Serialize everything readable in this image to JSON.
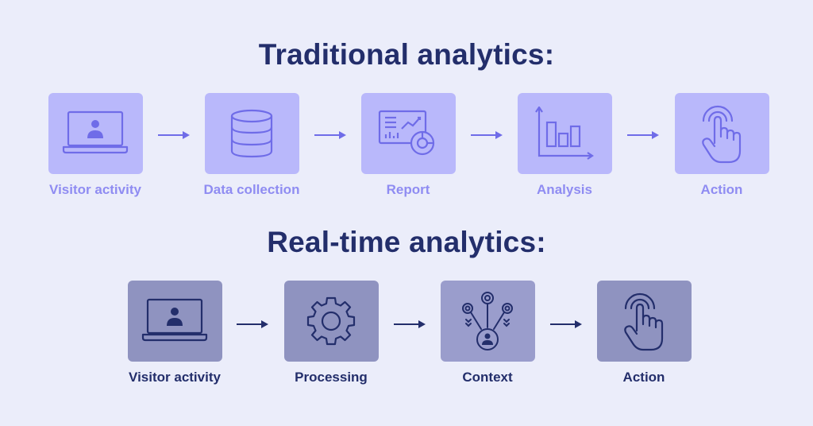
{
  "traditional": {
    "title": "Traditional analytics:",
    "steps": [
      {
        "label": "Visitor activity",
        "icon": "laptop-user-icon"
      },
      {
        "label": "Data collection",
        "icon": "database-icon"
      },
      {
        "label": "Report",
        "icon": "report-icon"
      },
      {
        "label": "Analysis",
        "icon": "bar-chart-icon"
      },
      {
        "label": "Action",
        "icon": "tap-hand-icon"
      }
    ]
  },
  "realtime": {
    "title": "Real-time analytics:",
    "steps": [
      {
        "label": "Visitor activity",
        "icon": "laptop-user-icon"
      },
      {
        "label": "Processing",
        "icon": "gear-icon"
      },
      {
        "label": "Context",
        "icon": "context-network-icon"
      },
      {
        "label": "Action",
        "icon": "tap-hand-icon"
      }
    ]
  },
  "colors": {
    "background": "#ebedfa",
    "title": "#232e6b",
    "traditional_box": "#b9b8fb",
    "traditional_icon": "#6f6ce8",
    "traditional_label": "#8f8cf2",
    "realtime_box": "#8f93c0",
    "realtime_icon": "#232e6b",
    "realtime_label": "#232e6b"
  }
}
